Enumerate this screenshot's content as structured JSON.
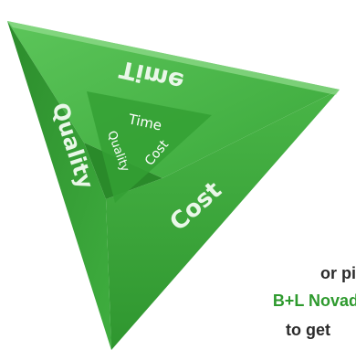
{
  "triangle": {
    "edges": {
      "top": "Time",
      "left": "Quality",
      "right": "Cost"
    },
    "inner": {
      "time": "Time",
      "quality": "Quality",
      "cost": "Cost"
    }
  },
  "caption": {
    "line1": "or pic",
    "line2": "B+L Novado",
    "line3": "to get"
  },
  "colors": {
    "face_dark": "#2f8f2f",
    "face_mid": "#3fae3f",
    "face_light": "#7ed07a",
    "center": "#2a8a2a",
    "accent_text": "#2e9a2e"
  }
}
